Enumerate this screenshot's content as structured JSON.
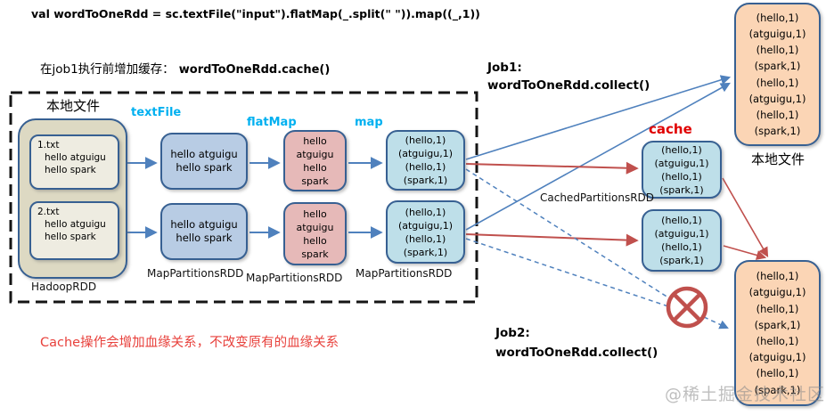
{
  "header": {
    "code_line": "val wordToOneRdd = sc.textFile(\"input\").flatMap(_.split(\" \")).map((_,1))",
    "cache_note_prefix": "在job1执行前增加缓存：",
    "cache_note_code": "wordToOneRdd.cache()"
  },
  "pipeline": {
    "local_files_label": "本地文件",
    "hadoop_rdd_label": "HadoopRDD",
    "files": [
      {
        "name": "1.txt",
        "lines": [
          "hello atguigu",
          "hello spark"
        ]
      },
      {
        "name": "2.txt",
        "lines": [
          "hello atguigu",
          "hello spark"
        ]
      }
    ],
    "op_textfile": "textFile",
    "op_flatmap": "flatMap",
    "op_map": "map",
    "textfile_rdd_label": "MapPartitionsRDD",
    "flatmap_rdd_label": "MapPartitionsRDD",
    "map_rdd_label": "MapPartitionsRDD",
    "textfile_boxes": [
      [
        "hello atguigu",
        "hello spark"
      ],
      [
        "hello atguigu",
        "hello spark"
      ]
    ],
    "flatmap_boxes": [
      [
        "hello",
        "atguigu",
        "hello",
        "spark"
      ],
      [
        "hello",
        "atguigu",
        "hello",
        "spark"
      ]
    ],
    "map_boxes": [
      [
        "(hello,1)",
        "(atguigu,1)",
        "(hello,1)",
        "(spark,1)"
      ],
      [
        "(hello,1)",
        "(atguigu,1)",
        "(hello,1)",
        "(spark,1)"
      ]
    ]
  },
  "cache": {
    "label": "cache",
    "rdd_label": "CachedPartitionsRDD",
    "boxes": [
      [
        "(hello,1)",
        "(atguigu,1)",
        "(hello,1)",
        "(spark,1)"
      ],
      [
        "(hello,1)",
        "(atguigu,1)",
        "(hello,1)",
        "(spark,1)"
      ]
    ]
  },
  "jobs": {
    "job1_title": "Job1:",
    "job1_code": "wordToOneRdd.collect()",
    "job2_title": "Job2:",
    "job2_code": "wordToOneRdd.collect()"
  },
  "results": {
    "job1": {
      "lines": [
        "(hello,1)",
        "(atguigu,1)",
        "(hello,1)",
        "(spark,1)",
        "(hello,1)",
        "(atguigu,1)",
        "(hello,1)",
        "(spark,1)"
      ],
      "caption": "本地文件"
    },
    "job2": {
      "lines": [
        "(hello,1)",
        "(atguigu,1)",
        "(hello,1)",
        "(spark,1)",
        "(hello,1)",
        "(atguigu,1)",
        "(hello,1)",
        "(spark,1)"
      ]
    }
  },
  "notes": {
    "bottom_red": "Cache操作会增加血缘关系，不改变原有的血缘关系"
  },
  "watermark": "@稀土掘金技术社区",
  "colors": {
    "arrow_blue": "#4f81bd",
    "arrow_red": "#c0504d",
    "op_label_cyan": "#00b0f0",
    "cache_label_red": "#e00000",
    "note_red": "#e8413c",
    "box_border": "#376092",
    "fill_blue": "#b8cce4",
    "fill_pink": "#e6b9b8",
    "fill_cyan": "#bedfe9",
    "fill_orange": "#fbd5b5",
    "fill_tan": "#ddd9c3",
    "fill_cream": "#eeece1"
  }
}
